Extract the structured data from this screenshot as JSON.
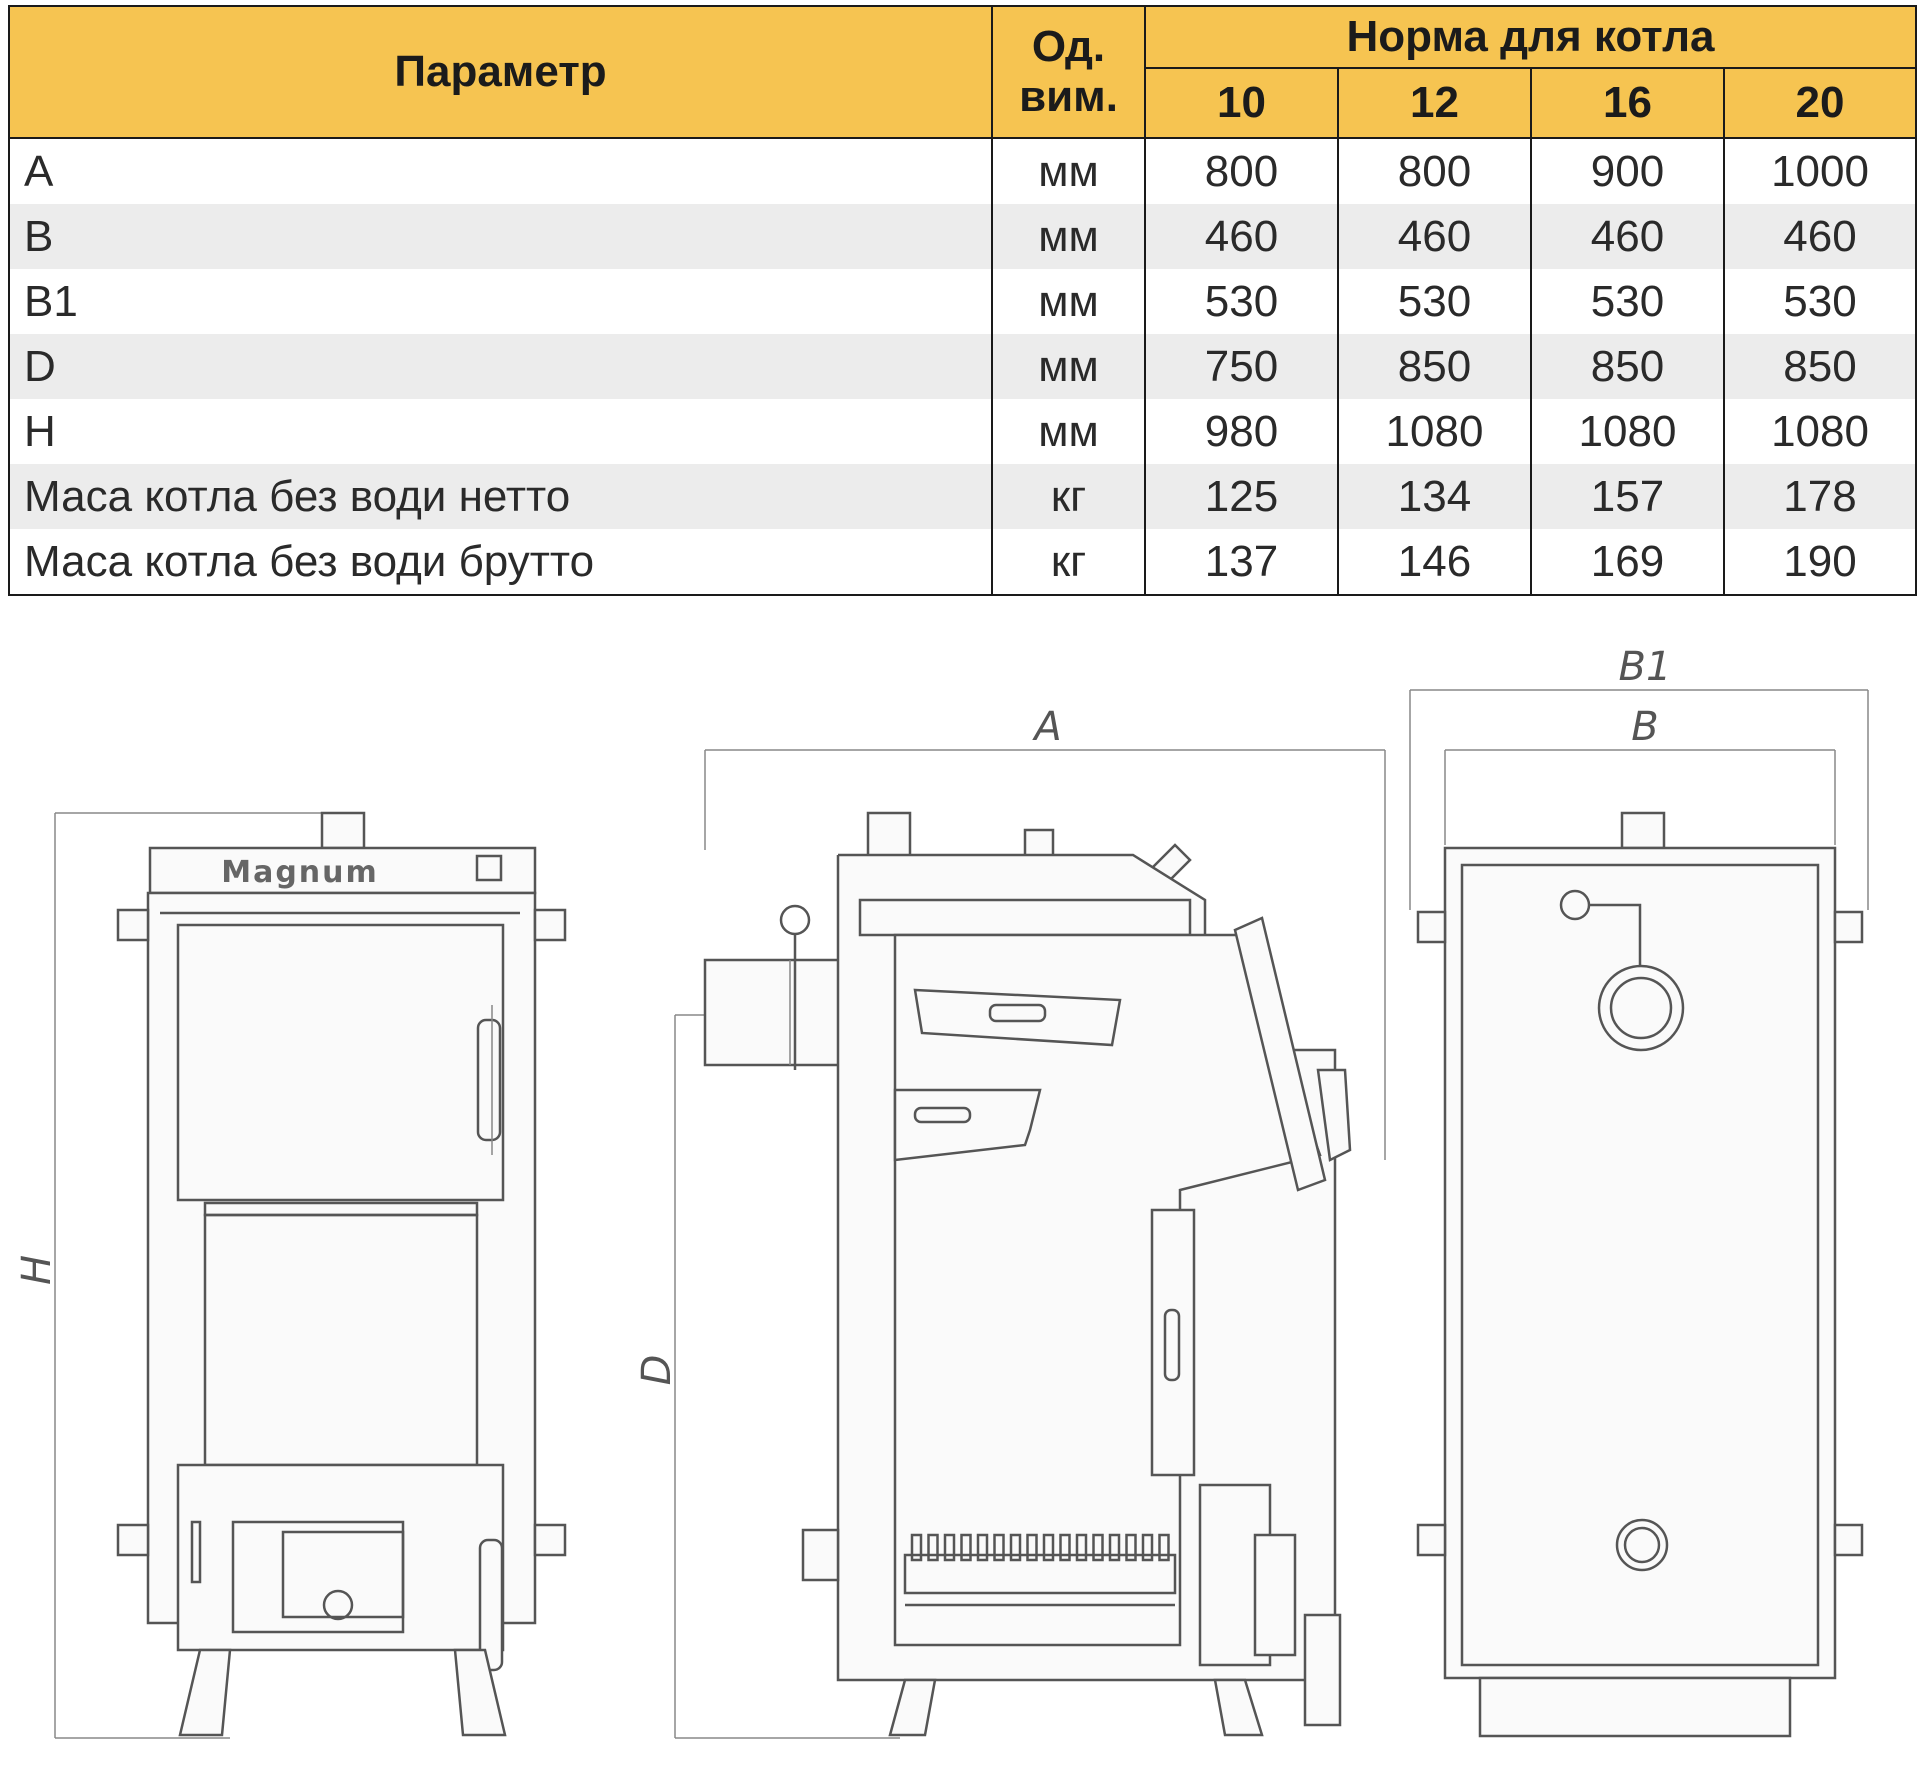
{
  "table": {
    "header": {
      "parameter": "Параметр",
      "unit_line1": "Од.",
      "unit_line2": "вим.",
      "norm": "Норма для котла",
      "models": [
        "10",
        "12",
        "16",
        "20"
      ]
    },
    "rows": [
      {
        "param": "A",
        "unit": "мм",
        "values": [
          "800",
          "800",
          "900",
          "1000"
        ]
      },
      {
        "param": "B",
        "unit": "мм",
        "values": [
          "460",
          "460",
          "460",
          "460"
        ]
      },
      {
        "param": "B1",
        "unit": "мм",
        "values": [
          "530",
          "530",
          "530",
          "530"
        ]
      },
      {
        "param": "D",
        "unit": "мм",
        "values": [
          "750",
          "850",
          "850",
          "850"
        ]
      },
      {
        "param": "H",
        "unit": "мм",
        "values": [
          "980",
          "1080",
          "1080",
          "1080"
        ]
      },
      {
        "param": "Маса котла без води нетто",
        "unit": "кг",
        "values": [
          "125",
          "134",
          "157",
          "178"
        ]
      },
      {
        "param": "Маса котла без води брутто",
        "unit": "кг",
        "values": [
          "137",
          "146",
          "169",
          "190"
        ]
      }
    ]
  },
  "drawing": {
    "brand": "Magnum",
    "dim_labels": {
      "H": "H",
      "D": "D",
      "A": "A",
      "B": "B",
      "B1": "B1"
    }
  },
  "colors": {
    "header_bg": "#f6c451",
    "stripe_bg": "#ececec",
    "border": "#1a1a1a"
  }
}
